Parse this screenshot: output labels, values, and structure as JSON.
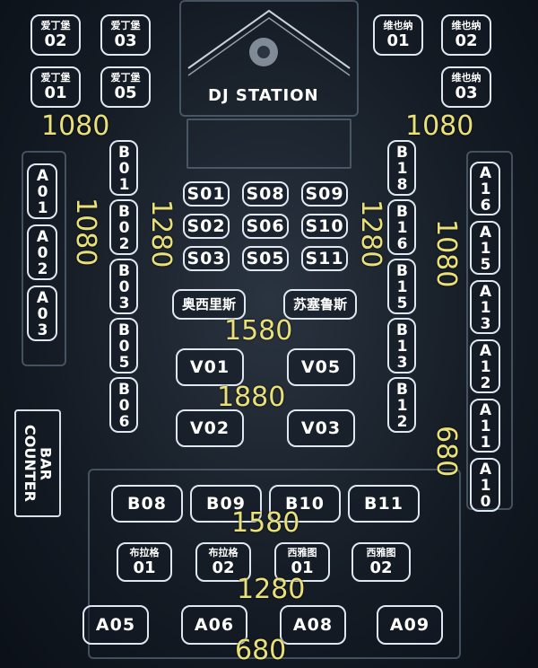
{
  "dj": {
    "label": "DJ STATION"
  },
  "bar": {
    "label": "BAR\nCOUNTER"
  },
  "seats": {
    "edinburgh": [
      {
        "name": "爱丁堡",
        "num": "02"
      },
      {
        "name": "爱丁堡",
        "num": "03"
      },
      {
        "name": "爱丁堡",
        "num": "01"
      },
      {
        "name": "爱丁堡",
        "num": "05"
      }
    ],
    "vienna": [
      {
        "name": "维也纳",
        "num": "01"
      },
      {
        "name": "维也纳",
        "num": "02"
      },
      {
        "name": "维也纳",
        "num": "03"
      }
    ],
    "A_left": [
      "A01",
      "A02",
      "A03"
    ],
    "B_left": [
      "B01",
      "B02",
      "B03",
      "B05",
      "B06"
    ],
    "S": [
      "S01",
      "S08",
      "S09",
      "S02",
      "S06",
      "S10",
      "S03",
      "S05",
      "S11"
    ],
    "named": [
      "奥西里斯",
      "苏塞鲁斯"
    ],
    "V": [
      "V01",
      "V05",
      "V02",
      "V03"
    ],
    "B_right": [
      "B18",
      "B16",
      "B15",
      "B13",
      "B12"
    ],
    "A_right": [
      "A16",
      "A15",
      "A13",
      "A12",
      "A11",
      "A10"
    ],
    "B_bottom": [
      "B08",
      "B09",
      "B10",
      "B11"
    ],
    "bottom_named": [
      {
        "name": "布拉格",
        "num": "01"
      },
      {
        "name": "布拉格",
        "num": "02"
      },
      {
        "name": "西雅图",
        "num": "01"
      },
      {
        "name": "西雅图",
        "num": "02"
      }
    ],
    "A_bottom": [
      "A05",
      "A06",
      "A08",
      "A09"
    ]
  },
  "prices": {
    "p_top_left": "1080",
    "p_top_right": "1080",
    "p_left_vert": "1080",
    "p_left_b_vert": "1280",
    "p_right_b_vert": "1280",
    "p_right_vert": "1080",
    "p_center_1": "1580",
    "p_center_2": "1880",
    "p_right_a": "680",
    "p_bottom_1": "1580",
    "p_bottom_2": "1280",
    "p_bottom_3": "680"
  },
  "colors": {
    "price": "#e9e07a",
    "seat_border": "#dfe8f0"
  }
}
